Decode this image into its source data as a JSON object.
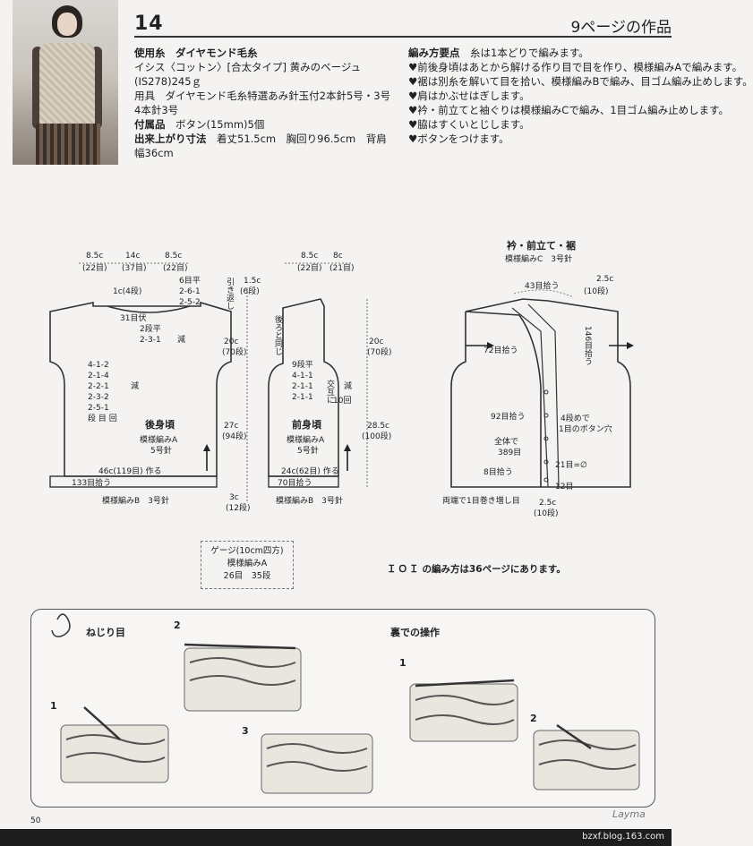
{
  "header": {
    "chapter_number": "14",
    "page_reference": "9ページの作品"
  },
  "materials": {
    "yarn_label": "使用糸",
    "yarn_brand": "ダイヤモンド毛糸",
    "yarn_detail": "イシス〈コットン〉[合太タイプ] 黄みのベージュ",
    "yarn_amount": "(IS278)245ｇ",
    "tools_label": "用具",
    "tools_detail": "ダイヤモンド毛糸特選あみ針玉付2本針5号・3号　4本針3号",
    "accessories_label": "付属品",
    "accessories_detail": "ボタン(15mm)5個",
    "size_label": "出来上がり寸法",
    "size_detail": "着丈51.5cm　胸回り96.5cm　背肩幅36cm"
  },
  "knitting_points": {
    "label": "編み方要点",
    "intro": "糸は1本どりで編みます。",
    "items": [
      "♥前後身頃はあとから解ける作り目で目を作り、模様編みAで編みます。",
      "♥裾は別糸を解いて目を拾い、模様編みBで編み、目ゴム編み止めします。",
      "♥肩はかぶせはぎします。",
      "♥衿・前立てと袖ぐりは模様編みCで編み、1目ゴム編み止めします。",
      "♥脇はすくいとじします。",
      "♥ボタンをつけます。"
    ]
  },
  "back_body": {
    "title": "後身頃",
    "pattern": "模様編みA",
    "needle": "5号針",
    "top_widths": [
      "8.5c",
      "14c",
      "8.5c"
    ],
    "top_rows": [
      "(22目)",
      "(37目)",
      "(22目)"
    ],
    "neck": "1c(4段)",
    "neck_decrease": "31目伏",
    "neck_steps": [
      "2段平",
      "2-3-1",
      "減"
    ],
    "shoulder": [
      "6目平",
      "2-6-1",
      "2-5-2"
    ],
    "shoulder_note": "引き返し",
    "shoulder_drop": "1.5c",
    "shoulder_drop_rows": "(6段)",
    "armhole_decreases": [
      "4-1-2",
      "2-1-4",
      "2-2-1",
      "2-3-2",
      "2-5-1",
      "段 目 回"
    ],
    "armhole_note": "減",
    "armhole_height": "20c",
    "armhole_rows": "(70段)",
    "side_height": "27c",
    "side_rows": "(94段)",
    "hem_height": "3c",
    "hem_rows": "(12段)",
    "cast_on": "46c(119目) 作る",
    "hem_pickup": "133目拾う",
    "hem_pattern": "模様編みB　3号針"
  },
  "front_body": {
    "title": "前身頃",
    "pattern": "模様編みA",
    "needle": "5号針",
    "top_widths": [
      "8.5c",
      "8c"
    ],
    "top_rows": [
      "(22目)",
      "(21目)"
    ],
    "shoulder_note": "後ろと同じ",
    "neck_steps": [
      "9段平",
      "4-1-1",
      "2-1-1",
      "2-1-1"
    ],
    "neck_side_notes": [
      "交互に",
      "10回",
      "減"
    ],
    "armhole_height": "20c",
    "armhole_rows": "(70段)",
    "total_height": "28.5c",
    "total_rows": "(100段)",
    "cast_on": "24c(62目) 作る",
    "hem_pickup": "70目拾う",
    "hem_pattern": "模様編みB　3号針"
  },
  "collar": {
    "title": "衿・前立て・裾",
    "pattern": "模様編みC　3号針",
    "labels": [
      "43目拾う",
      "2.5c",
      "(10段)",
      "146目拾う",
      "72目拾う",
      "92目拾う",
      "4段めで",
      "1目のボタン穴",
      "全体で",
      "389目",
      "8目拾う",
      "21目=∅",
      "12目",
      "両端で1目巻き増し目",
      "2.5c",
      "(10段)"
    ]
  },
  "gauge": {
    "title": "ゲージ(10cm四方)",
    "pattern": "模様編みA",
    "stitches": "26目　35段"
  },
  "reference_note": {
    "logo": "ＩＯＩ",
    "text": "の編み方は36ページにあります。"
  },
  "howto": {
    "twisted_title": "ねじり目",
    "reverse_title": "裏での操作",
    "steps": [
      "1",
      "2",
      "3",
      "1",
      "2"
    ]
  },
  "footer": {
    "page_number": "50",
    "brand": "Layma",
    "watermark": "bzxf.blog.163.com"
  }
}
